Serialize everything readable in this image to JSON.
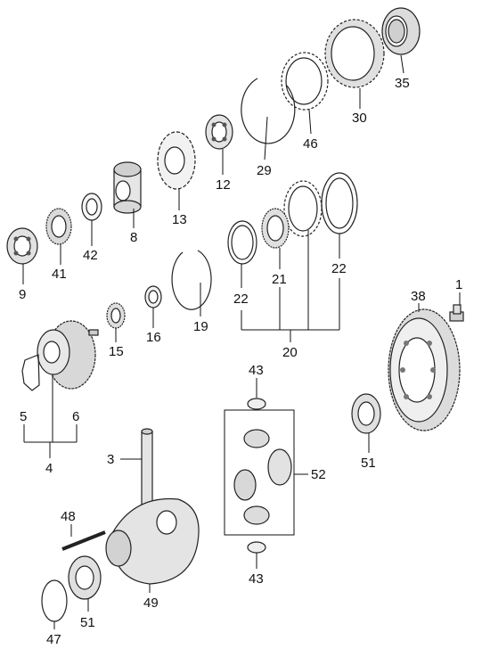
{
  "labels": {
    "p1": "1",
    "p3": "3",
    "p4": "4",
    "p5": "5",
    "p6": "6",
    "p8": "8",
    "p9": "9",
    "p12": "12",
    "p13": "13",
    "p15": "15",
    "p16": "16",
    "p19": "19",
    "p20": "20",
    "p21": "21",
    "p22a": "22",
    "p22b": "22",
    "p29": "29",
    "p30": "30",
    "p35": "35",
    "p38": "38",
    "p41": "41",
    "p42": "42",
    "p43a": "43",
    "p43b": "43",
    "p46": "46",
    "p47": "47",
    "p48": "48",
    "p49": "49",
    "p51a": "51",
    "p51b": "51",
    "p52": "52"
  }
}
